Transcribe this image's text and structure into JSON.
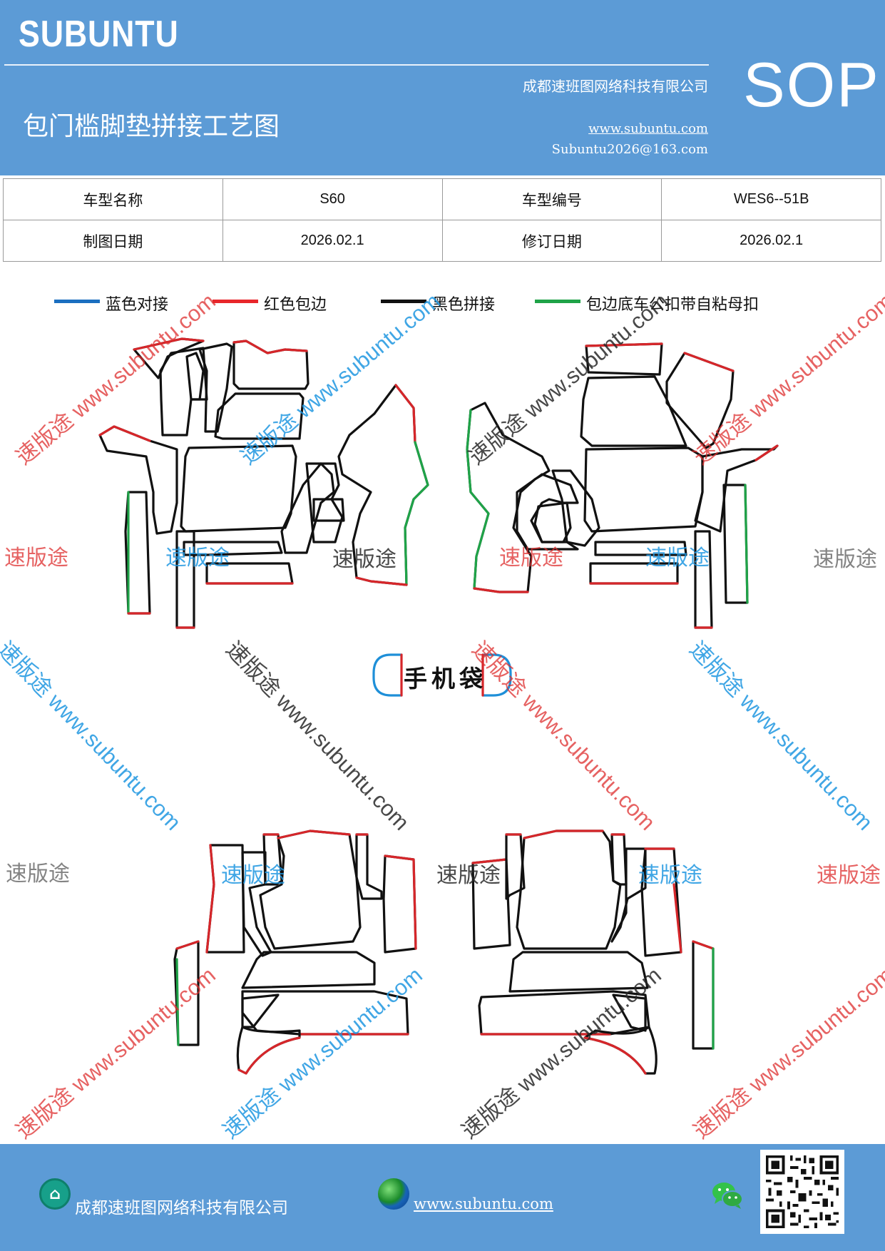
{
  "header": {
    "brand": "SUBUNTU",
    "company": "成都速班图网络科技有限公司",
    "title": "包门槛脚垫拼接工艺图",
    "website": "www.subuntu.com",
    "email": "Subuntu2026@163.com",
    "badge": "SOP"
  },
  "info": {
    "model_name_label": "车型名称",
    "model_name": "S60",
    "model_code_label": "车型编号",
    "model_code": "WES6--51B",
    "draw_date_label": "制图日期",
    "draw_date": "2026.02.1",
    "revise_date_label": "修订日期",
    "revise_date": "2026.02.1"
  },
  "legend": [
    {
      "label": "蓝色对接",
      "color": "#1b6fc0"
    },
    {
      "label": "红色包边",
      "color": "#e8262b"
    },
    {
      "label": "黑色拼接",
      "color": "#111111"
    },
    {
      "label": "包边底车公扣带自粘母扣",
      "color": "#1fa348"
    }
  ],
  "diagram": {
    "phone_bag_label": "手机袋"
  },
  "watermark": {
    "short": "速版途",
    "long": "速版途 www.subuntu.com"
  },
  "footer": {
    "company": "成都速班图网络科技有限公司",
    "website": "www.subuntu.com "
  },
  "icons": [
    "home-icon",
    "globe-icon",
    "wechat-icon",
    "qr-code"
  ]
}
